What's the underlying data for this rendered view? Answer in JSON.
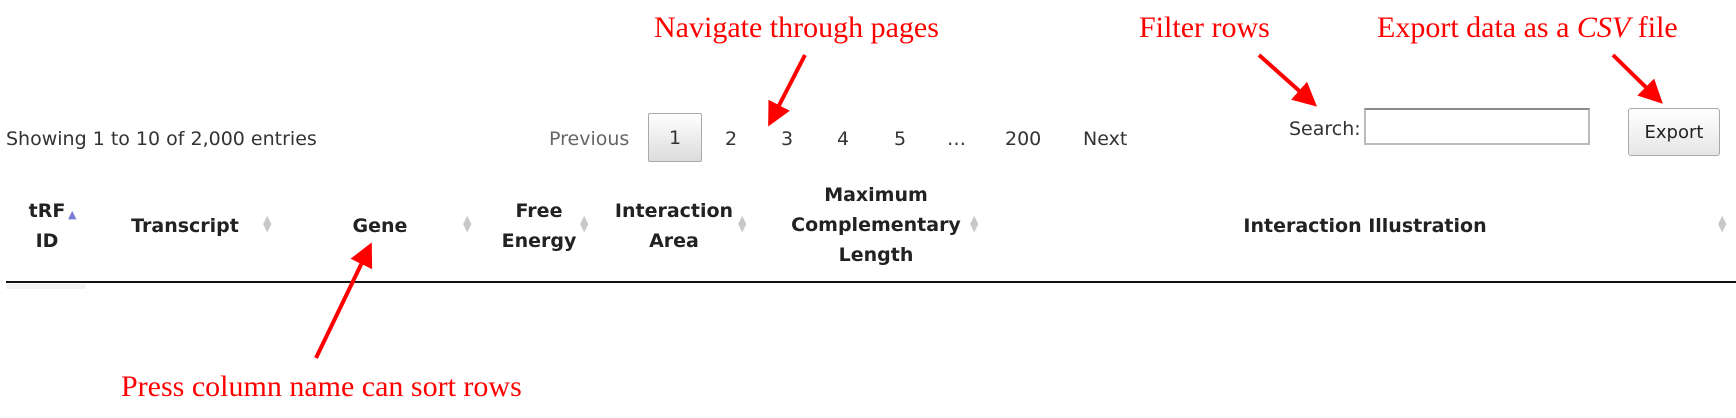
{
  "annotations": {
    "navigate": "Navigate through pages",
    "filter": "Filter rows",
    "export_prefix": "Export data as a",
    "export_format": "CSV",
    "export_suffix": "file",
    "sort": "Press column name can sort rows"
  },
  "table_info": "Showing 1 to 10 of 2,000 entries",
  "pagination": {
    "previous": "Previous",
    "current": "1",
    "pages": [
      "2",
      "3",
      "4",
      "5"
    ],
    "ellipsis": "…",
    "last": "200",
    "next": "Next"
  },
  "search": {
    "label": "Search:",
    "value": "",
    "placeholder": ""
  },
  "export_button": "Export",
  "columns": [
    {
      "line1": "tRF",
      "line2": "ID",
      "line3": "",
      "sort": "ascending"
    },
    {
      "line1": "Transcript",
      "line2": "",
      "line3": "",
      "sort": "none"
    },
    {
      "line1": "Gene",
      "line2": "",
      "line3": "",
      "sort": "none"
    },
    {
      "line1": "Free",
      "line2": "Energy",
      "line3": "",
      "sort": "none"
    },
    {
      "line1": "Interaction",
      "line2": "Area",
      "line3": "",
      "sort": "none"
    },
    {
      "line1": "Maximum",
      "line2": "Complementary",
      "line3": "Length",
      "sort": "none"
    },
    {
      "line1": "Interaction Illustration",
      "line2": "",
      "line3": "",
      "sort": "none"
    }
  ],
  "icons": {
    "sort_arrows": "sort-arrows-icon",
    "annotation_arrow": "red-arrow-icon"
  },
  "colors": {
    "annotation": "#ff0000",
    "sort_active": "#7b7bd6",
    "sort_inactive": "#c8c8c8"
  }
}
